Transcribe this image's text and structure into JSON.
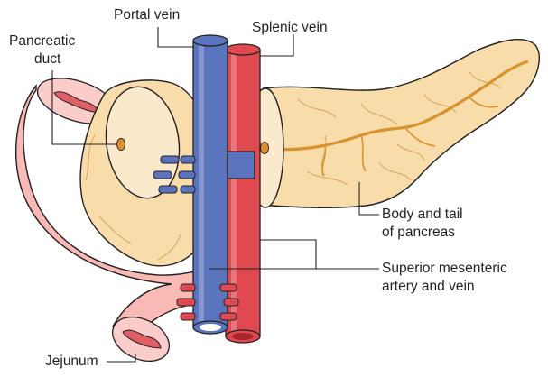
{
  "labels": {
    "portal_vein": "Portal vein",
    "splenic_vein": "Splenic vein",
    "pancreatic_duct_line1": "Pancreatic",
    "pancreatic_duct_line2": "duct",
    "body_tail_line1": "Body and tail",
    "body_tail_line2": "of pancreas",
    "sup_mes_line1": "Superior mesenteric",
    "sup_mes_line2": "artery and vein",
    "jejunum": "Jejunum"
  },
  "colors": {
    "pancreas_fill": "#f8dcaa",
    "pancreas_cut": "#fbe9cc",
    "pancreas_shade": "#ecc58a",
    "duct": "#d9922e",
    "vein": "#5a75be",
    "vein_dark": "#34489a",
    "artery": "#e0494f",
    "artery_dark": "#a8262c",
    "jejunum_fill": "#f9b9b5",
    "jejunum_inner": "#e05f66",
    "outline": "#231f20"
  }
}
